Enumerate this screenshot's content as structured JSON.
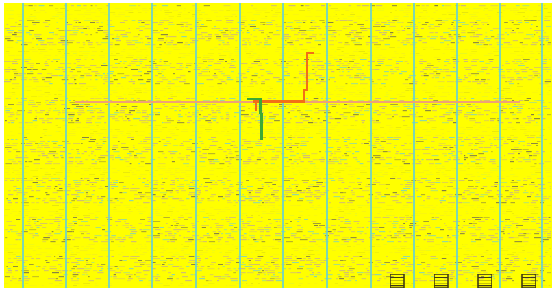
{
  "colors": {
    "canvas_background": "#ffff00",
    "white_margin": "#ffffff",
    "cell_texture_tan": "#c8b08a",
    "cell_texture_blue": "#79cfc9",
    "cell_texture_dark": "#6f6a4f",
    "power_rail": "#6fd3c7",
    "highlighted_net_salmon": "#f0a275",
    "highlighted_net_orange": "#f26f16",
    "highlighted_net_green": "#3ca936",
    "macro_blocks": "#3f3a12"
  },
  "layers": [
    "standard-cell-texture",
    "vertical-power-rails",
    "highlighted-net-orange",
    "highlighted-net-green",
    "macro-blocks"
  ],
  "icons": [
    "macro-block-icon"
  ]
}
